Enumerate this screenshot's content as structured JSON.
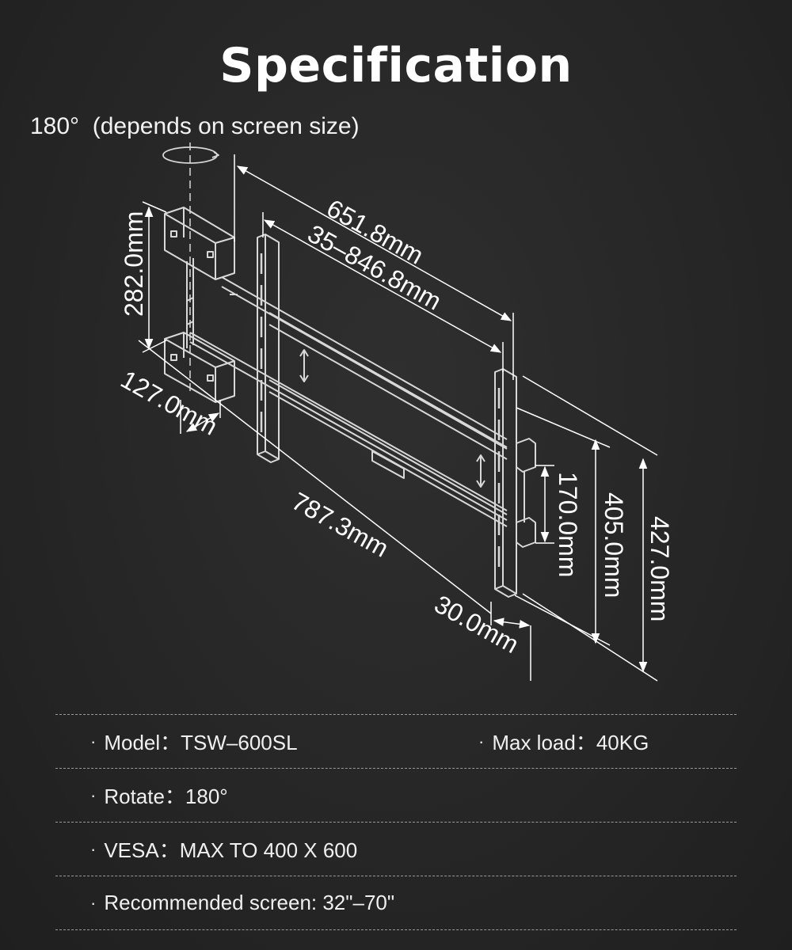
{
  "title": "Specification",
  "rotation_note": "180°  (depends on screen size)",
  "dimensions": {
    "depth_total": "651.8mm",
    "extension": "35–846.8mm",
    "wall_plate_height": "282.0mm",
    "wall_plate_width": "127.0mm",
    "arm_width": "787.3mm",
    "tv_bracket_offset": "30.0mm",
    "vertical_adjust": "170.0mm",
    "bracket_height": "405.0mm",
    "overall_height": "427.0mm"
  },
  "specs": {
    "bullet": "·",
    "model": "Model：TSW–600SL",
    "max_load": "Max load：40KG",
    "rotate": "Rotate：180°",
    "vesa": "VESA：MAX TO 400 X 600",
    "recommended": "Recommended screen: 32\"–70\""
  },
  "colors": {
    "background": "#262626",
    "line": "#d8d8d8",
    "text": "#ffffff"
  }
}
